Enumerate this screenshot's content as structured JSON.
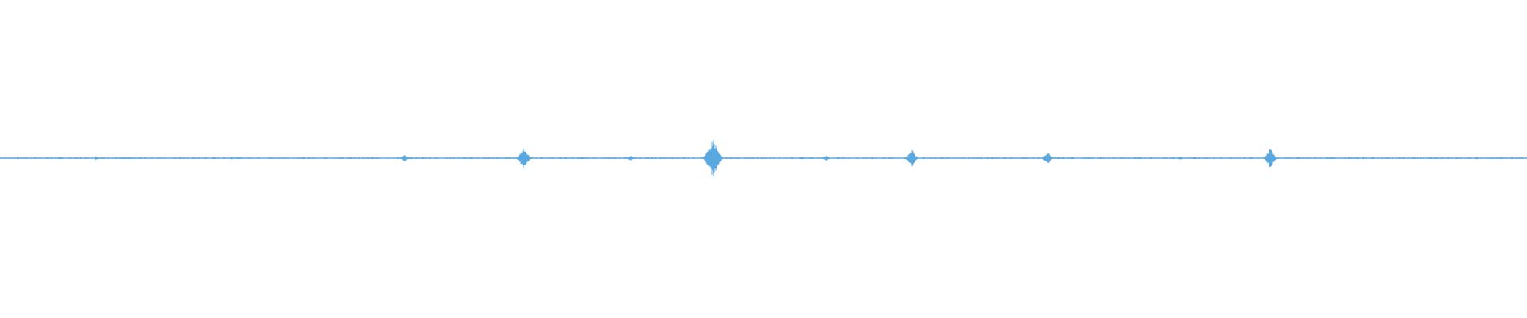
{
  "waveform": {
    "color": "#5aa8e0",
    "baseline_amplitude": 0.004,
    "bursts": [
      {
        "position": 0.063,
        "amplitude": 0.012
      },
      {
        "position": 0.118,
        "amplitude": 0.008
      },
      {
        "position": 0.152,
        "amplitude": 0.01
      },
      {
        "position": 0.213,
        "amplitude": 0.008
      },
      {
        "position": 0.265,
        "amplitude": 0.022
      },
      {
        "position": 0.343,
        "amplitude": 0.08
      },
      {
        "position": 0.413,
        "amplitude": 0.018
      },
      {
        "position": 0.467,
        "amplitude": 0.135
      },
      {
        "position": 0.541,
        "amplitude": 0.02
      },
      {
        "position": 0.597,
        "amplitude": 0.06
      },
      {
        "position": 0.686,
        "amplitude": 0.045
      },
      {
        "position": 0.773,
        "amplitude": 0.012
      },
      {
        "position": 0.832,
        "amplitude": 0.07
      },
      {
        "position": 0.967,
        "amplitude": 0.008
      }
    ]
  }
}
